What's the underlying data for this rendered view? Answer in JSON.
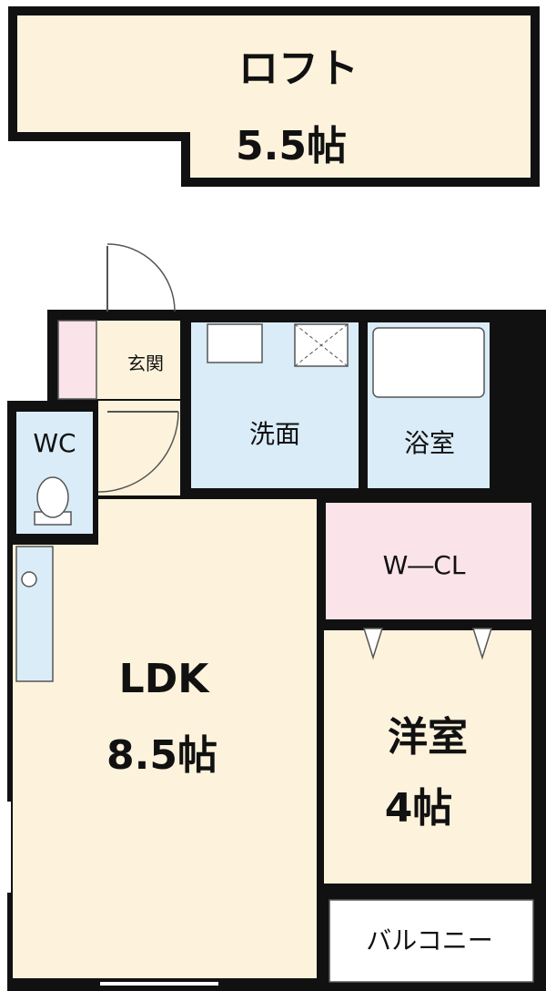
{
  "rooms": {
    "loft": {
      "name": "ロフト",
      "size": "5.5帖"
    },
    "genkan": {
      "name": "玄関"
    },
    "wc": {
      "name": "WC"
    },
    "senmen": {
      "name": "洗面"
    },
    "yokushitsu": {
      "name": "浴室"
    },
    "wcl": {
      "name": "W―CL"
    },
    "ldk": {
      "name": "LDK",
      "size": "8.5帖"
    },
    "youshitsu": {
      "name": "洋室",
      "size": "4帖"
    },
    "balcony": {
      "name": "バルコニー"
    }
  },
  "colors": {
    "wall": "#111111",
    "floor_living": "#fdf3dc",
    "floor_wet": "#d9ecf7",
    "floor_storage": "#fbe3ea"
  }
}
